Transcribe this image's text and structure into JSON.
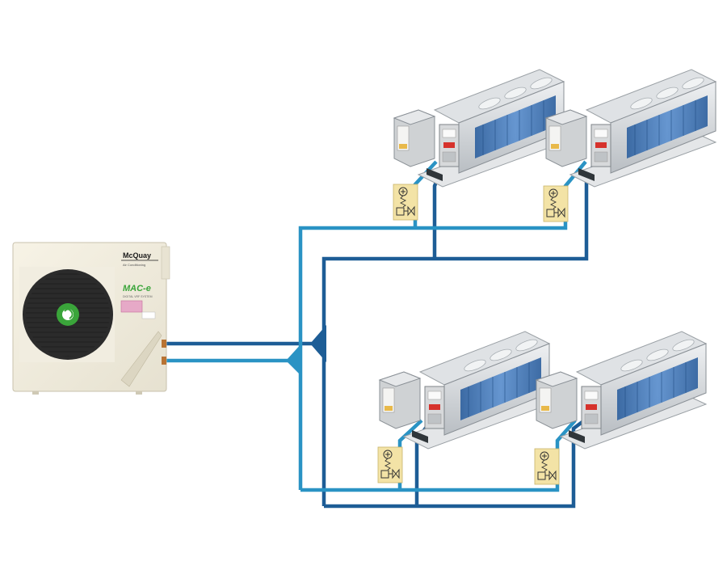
{
  "outdoor_unit": {
    "brand": "McQuay",
    "brand_tagline": "Air Conditioning",
    "model_badge": "MAC-e",
    "model_subtext": "DIGITAL VRF SYSTEM",
    "fan_logo_color": "#3aa53a"
  },
  "indoor_units": [
    {
      "id": "top-left"
    },
    {
      "id": "top-right"
    },
    {
      "id": "bottom-left"
    },
    {
      "id": "bottom-right"
    }
  ],
  "colors": {
    "liquid_pipe": "#2a93c4",
    "gas_pipe": "#1d5d96",
    "valve_box": "#f3e3a6",
    "unit_body": "#c9cdd1",
    "coil": "#3b6fb0"
  }
}
